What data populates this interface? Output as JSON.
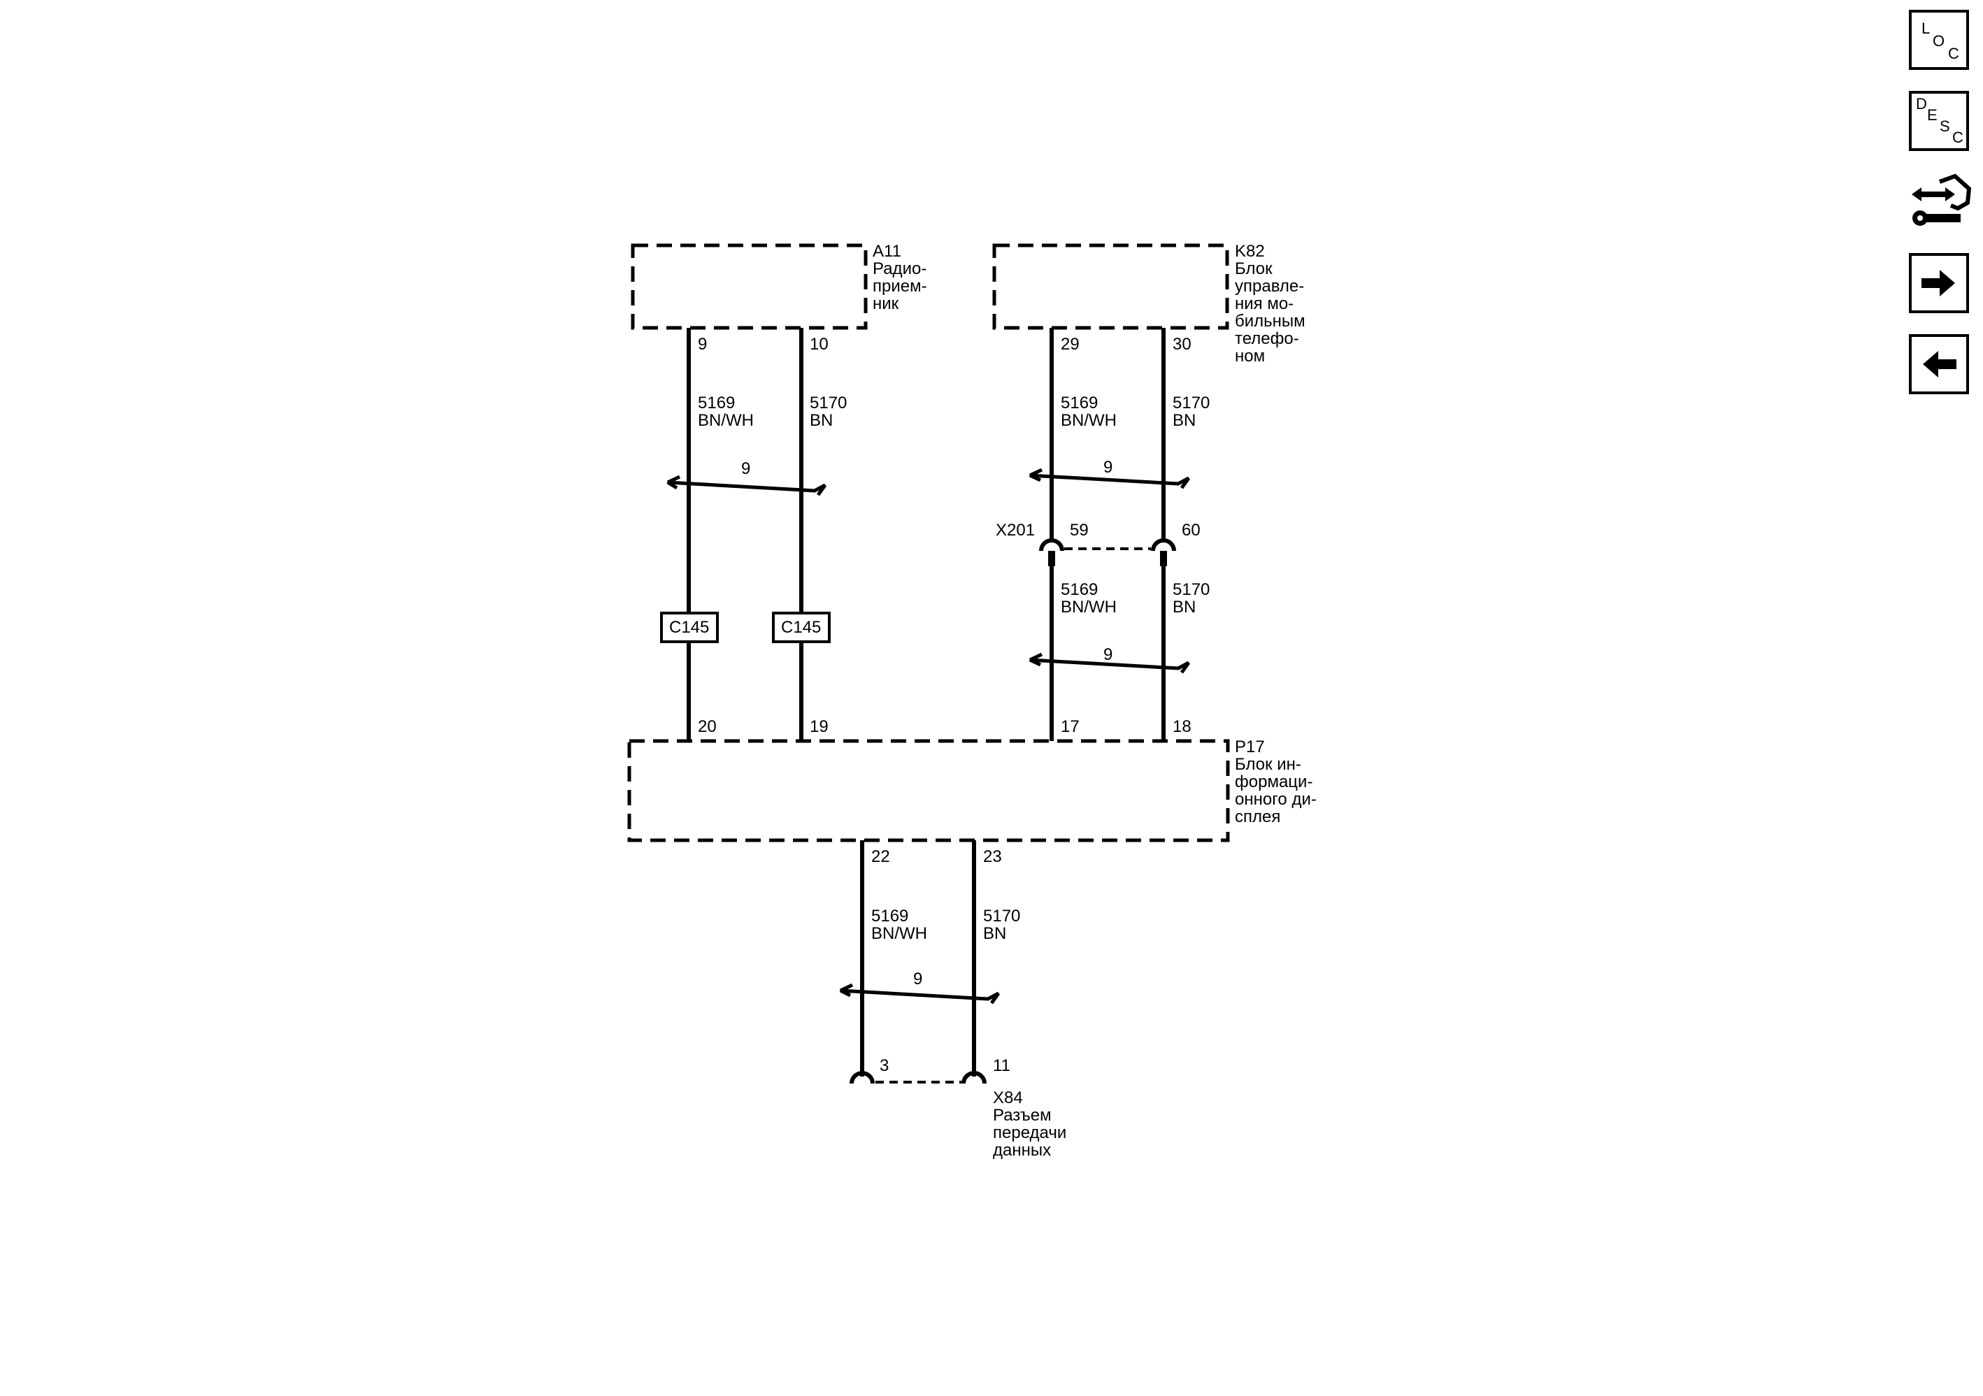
{
  "components": {
    "a11": {
      "ref": "A11",
      "name_lines": [
        "Радио-",
        "прием-",
        "ник"
      ]
    },
    "k82": {
      "ref": "K82",
      "name_lines": [
        "Блок",
        "управле-",
        "ния мо-",
        "бильным",
        "телефо-",
        "ном"
      ]
    },
    "p17": {
      "ref": "P17",
      "name_lines": [
        "Блок ин-",
        "формаци-",
        "онного ди-",
        "сплея"
      ]
    },
    "x84": {
      "ref": "X84",
      "name_lines": [
        "Разъем",
        "передачи",
        "данных"
      ]
    },
    "x201": {
      "ref": "X201"
    }
  },
  "inline_connectors": {
    "left": "C145",
    "right": "C145"
  },
  "pins": {
    "a11_9": "9",
    "a11_10": "10",
    "k82_29": "29",
    "k82_30": "30",
    "x201_59": "59",
    "x201_60": "60",
    "p17_20": "20",
    "p17_19": "19",
    "p17_17": "17",
    "p17_18": "18",
    "p17_22": "22",
    "p17_23": "23",
    "x84_3": "3",
    "x84_11": "11"
  },
  "wires": {
    "circuit_a": "5169",
    "color_a": "BN/WH",
    "circuit_b": "5170",
    "color_b": "BN"
  },
  "twisted_pair_label": "9",
  "toolbar": {
    "loc": {
      "l1": "L",
      "l2": "O",
      "l3": "C"
    },
    "desc": {
      "l1": "D",
      "l2": "E",
      "l3": "S",
      "l4": "C"
    }
  }
}
